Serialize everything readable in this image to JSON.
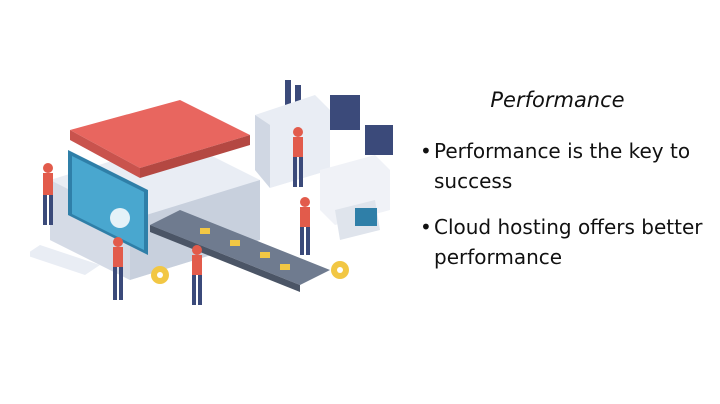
{
  "slide": {
    "title": "Performance",
    "bullets": [
      {
        "text": "Performance is the key to success"
      },
      {
        "text": "Cloud hosting offers better performance"
      }
    ],
    "bullet_glyph": "•"
  },
  "illustration": {
    "name": "factory-assembly-line-illustration"
  },
  "colors": {
    "accent_red": "#ef5a5a",
    "roof_red": "#e8665f",
    "worker_red": "#e25b4b",
    "navy": "#3b4a7a",
    "screen_blue": "#2f7fa8",
    "gear_yellow": "#f2c744",
    "conveyor_gray": "#6f7b8f"
  }
}
